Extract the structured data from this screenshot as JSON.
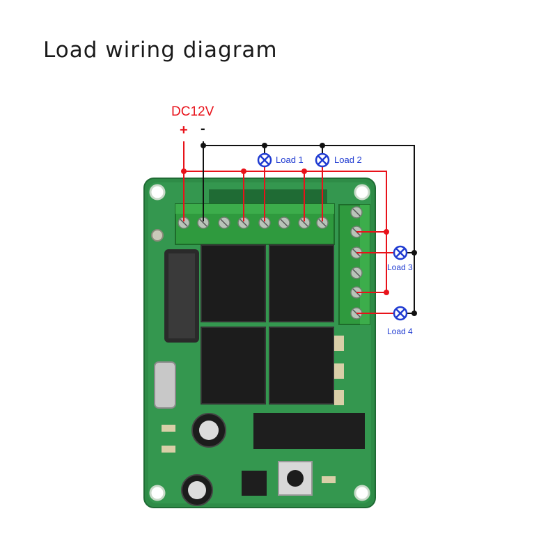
{
  "title": "Load wiring diagram",
  "power": {
    "label": "DC12V",
    "positive": "+",
    "negative": "-"
  },
  "loads": [
    {
      "label": "Load 1"
    },
    {
      "label": "Load 2"
    },
    {
      "label": "Load 3"
    },
    {
      "label": "Load 4"
    }
  ],
  "colors": {
    "positive_wire": "#e8121a",
    "negative_wire": "#111111",
    "load_lamp": "#1f3bd1",
    "pcb": "#2f8f4a",
    "terminal": "#2f9a3e",
    "relay": "#1c1c1c"
  }
}
